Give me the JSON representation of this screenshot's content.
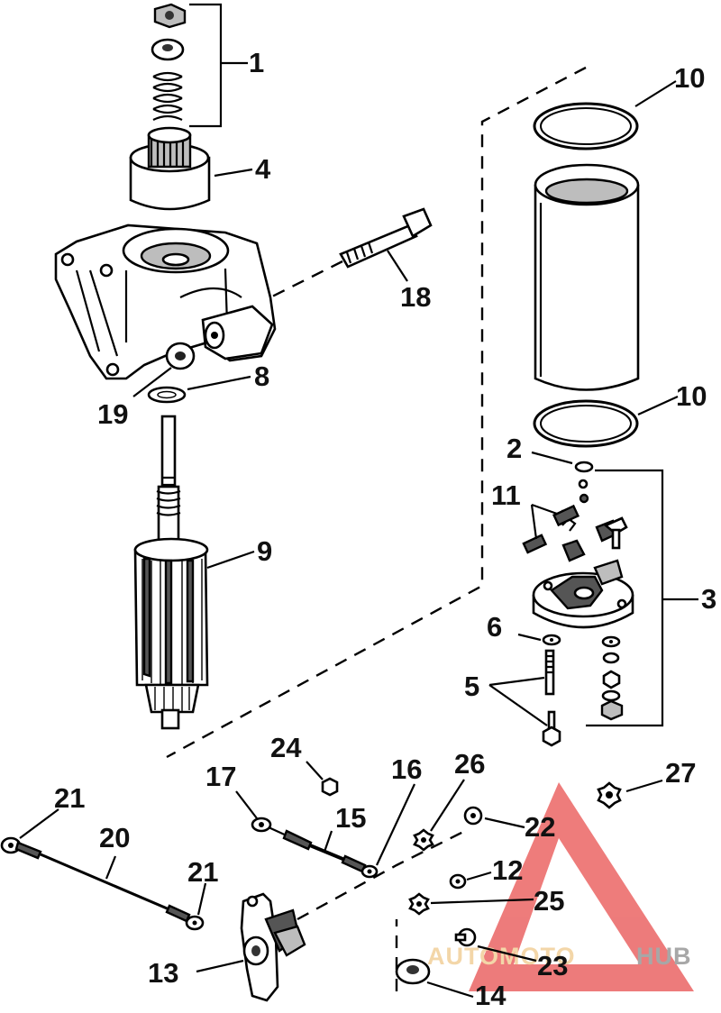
{
  "callouts": {
    "c1": "1",
    "c2": "2",
    "c3": "3",
    "c4": "4",
    "c5": "5",
    "c6": "6",
    "c8": "8",
    "c9": "9",
    "c10a": "10",
    "c10b": "10",
    "c11": "11",
    "c12": "12",
    "c13": "13",
    "c14": "14",
    "c15": "15",
    "c16": "16",
    "c17": "17",
    "c18": "18",
    "c19": "19",
    "c20": "20",
    "c21a": "21",
    "c21b": "21",
    "c22": "22",
    "c23": "23",
    "c24": "24",
    "c25": "25",
    "c26": "26",
    "c27": "27"
  },
  "watermark": {
    "text_a": "AUTOMOTO",
    "text_b": "HUB",
    "color": "#e23a3a"
  }
}
